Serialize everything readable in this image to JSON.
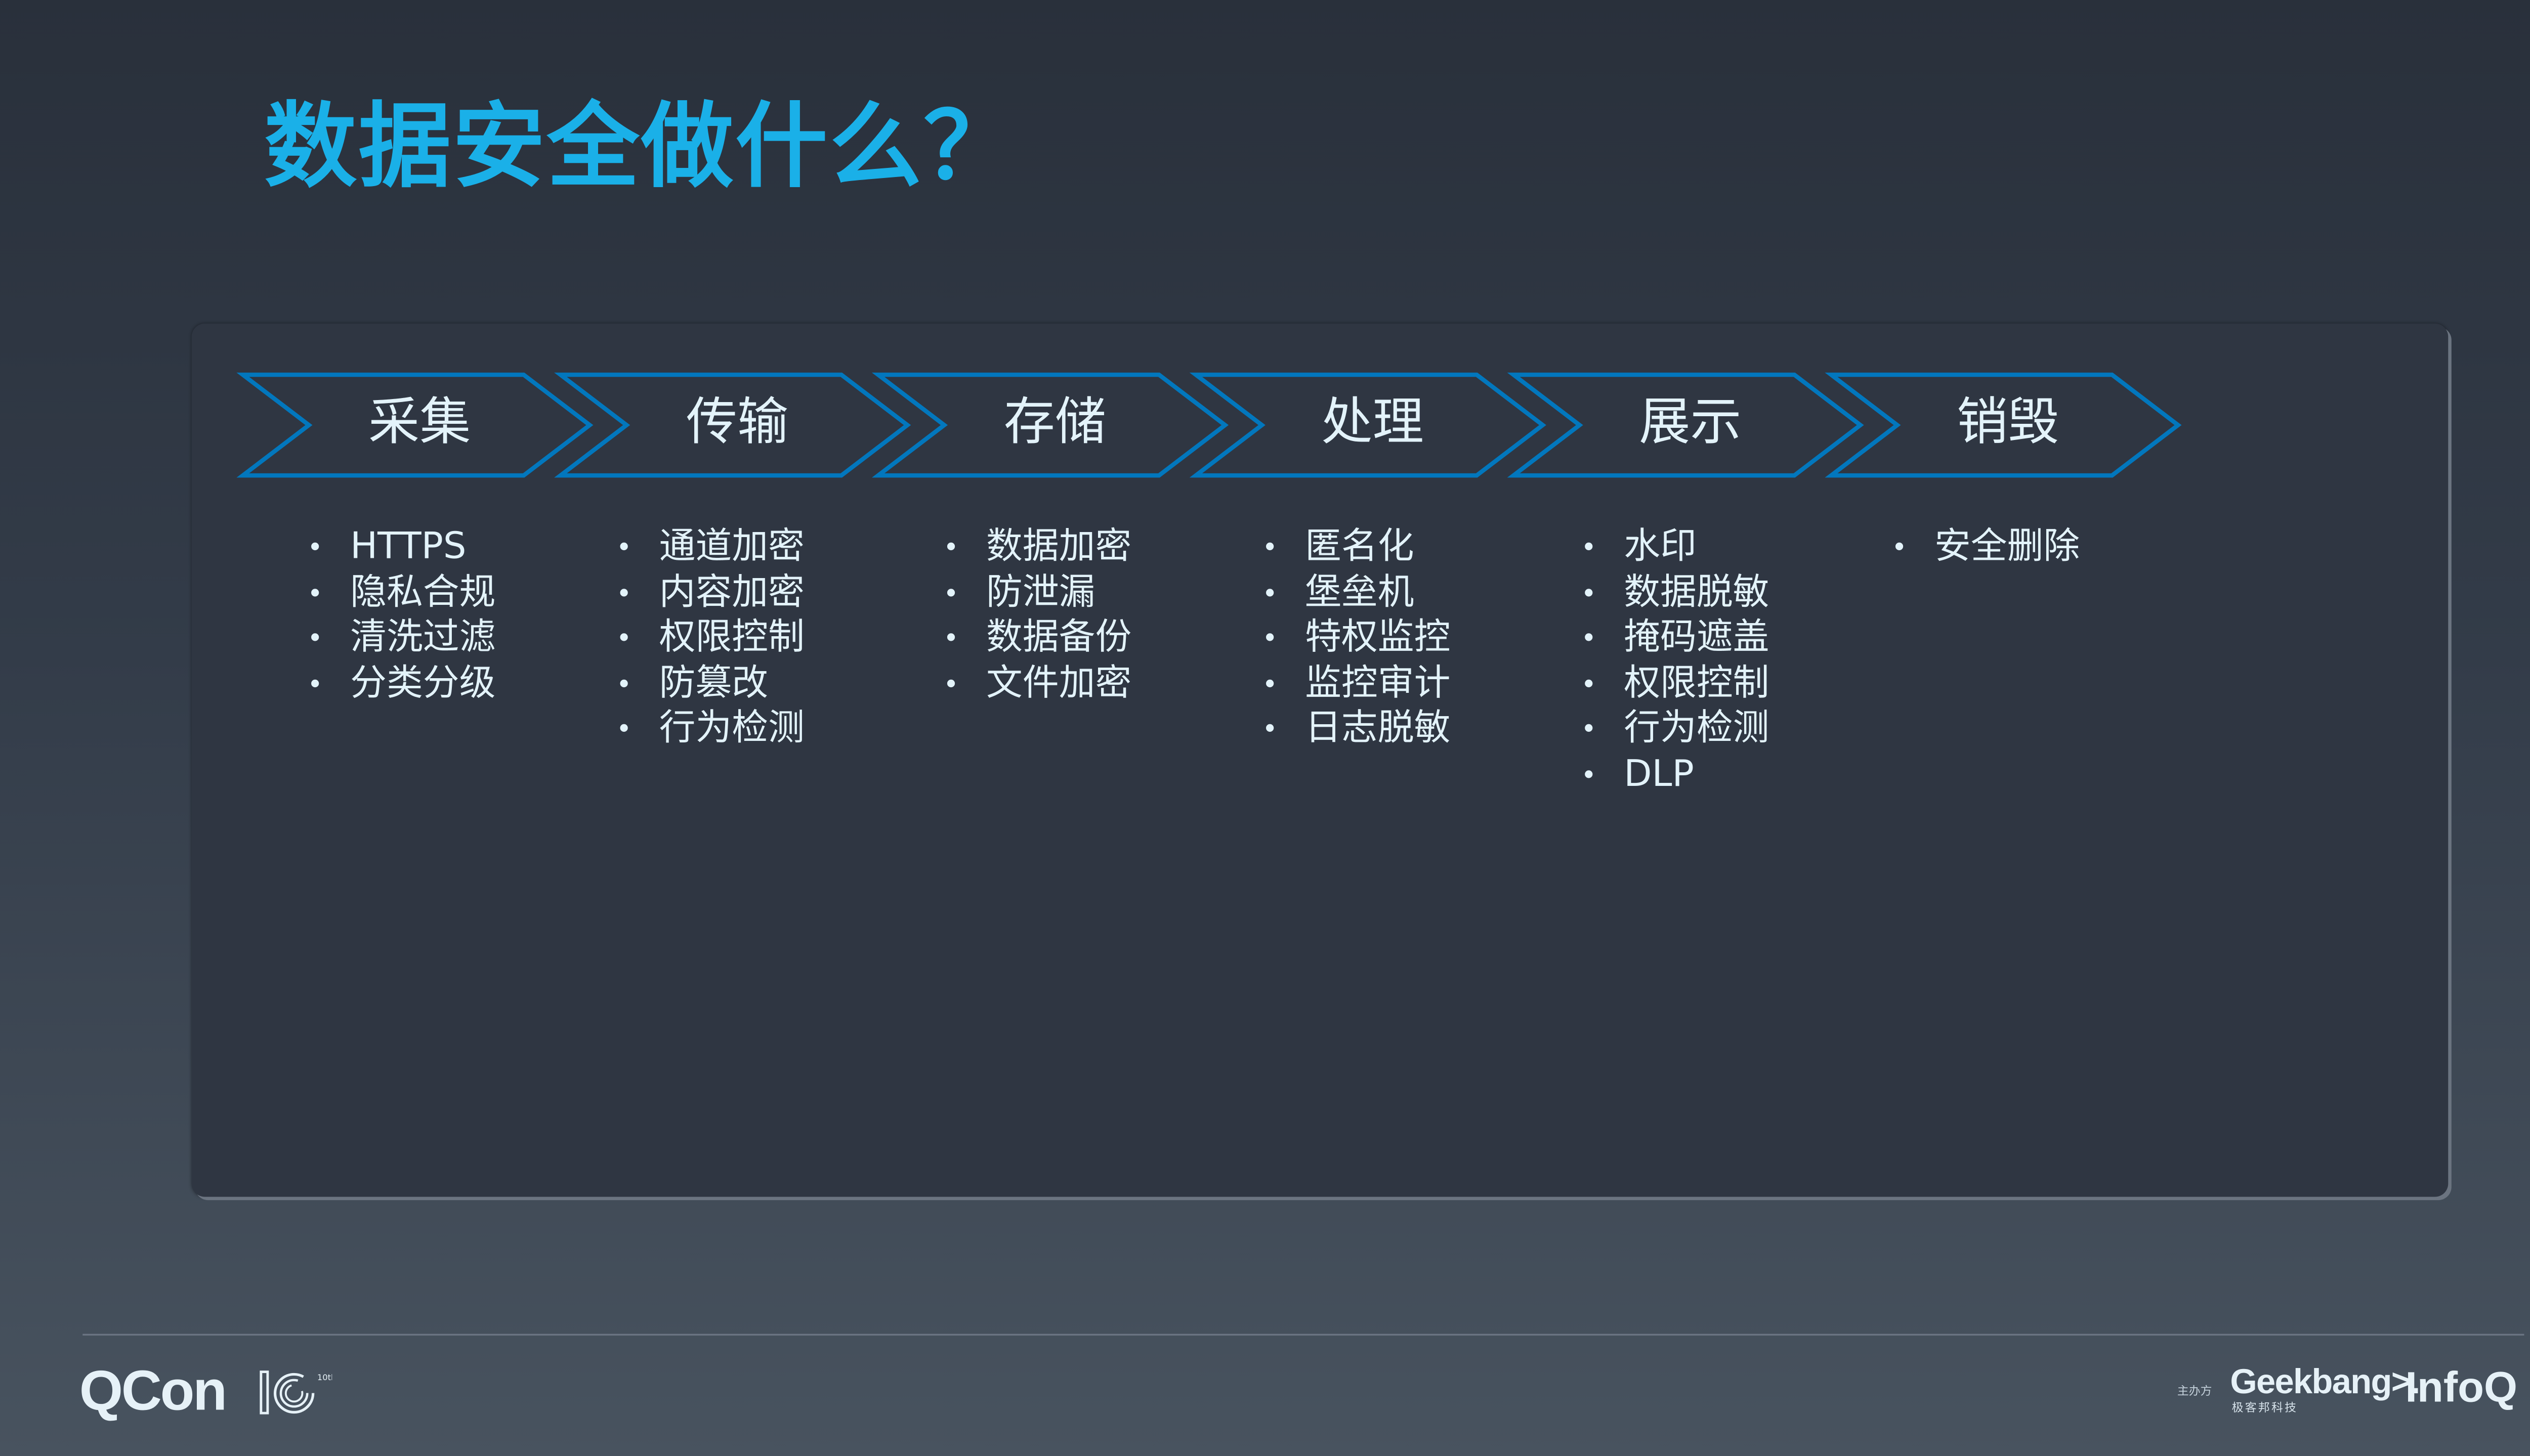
{
  "slide": {
    "title": "数据安全做什么？",
    "title_color": "#1ab0e8",
    "accent_color": "#0277bd",
    "stages": [
      {
        "label": "采集",
        "items": [
          "HTTPS",
          "隐私合规",
          "清洗过滤",
          "分类分级"
        ]
      },
      {
        "label": "传输",
        "items": [
          "通道加密",
          "内容加密",
          "权限控制",
          "防篡改",
          "行为检测"
        ]
      },
      {
        "label": "存储",
        "items": [
          "数据加密",
          "防泄漏",
          "数据备份",
          "文件加密"
        ]
      },
      {
        "label": "处理",
        "items": [
          "匿名化",
          "堡垒机",
          "特权监控",
          "监控审计",
          "日志脱敏"
        ]
      },
      {
        "label": "展示",
        "items": [
          "水印",
          "数据脱敏",
          "掩码遮盖",
          "权限控制",
          "行为检测",
          "DLP"
        ]
      },
      {
        "label": "销毁",
        "items": [
          "安全删除"
        ]
      }
    ]
  },
  "footer": {
    "qcon_logo": "QCon",
    "qcon_edition": "10th",
    "host_label": "主办方",
    "geekbang_logo": "Geekbang>.",
    "geekbang_sub": "极客邦科技",
    "infoq_logo": "InfoQ"
  }
}
